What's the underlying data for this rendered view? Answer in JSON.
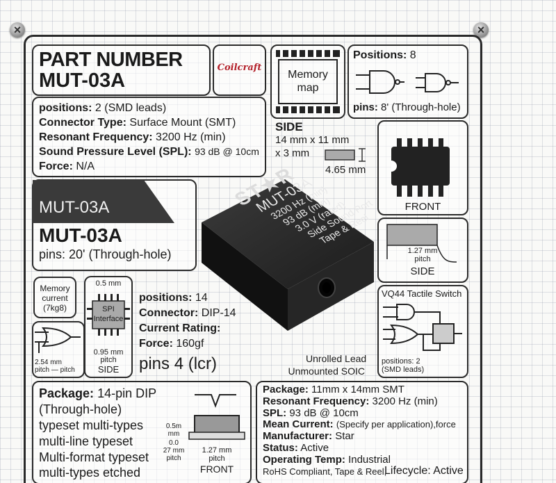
{
  "header": {
    "pn_label": "PART NUMBER",
    "pn_value": "MUT-03A",
    "brand": "Coilcraft"
  },
  "memory_map": {
    "line1": "Memory",
    "line2": "map"
  },
  "positions_box": {
    "positions_label": "Positions:",
    "positions_value": "8",
    "pins_label": "pins:",
    "pins_value": "8' (Through-hole)"
  },
  "specs1": [
    {
      "label": "positions:",
      "value": "2 (SMD leads)"
    },
    {
      "label": "Connector Type:",
      "value": "Surface Mount (SMT)"
    },
    {
      "label": "Resonant Frequency:",
      "value": "3200 Hz (min)"
    },
    {
      "label": "Sound Pressure Level (SPL):",
      "value": "93 dB @ 10cm"
    },
    {
      "label": "Force:",
      "value": "N/A"
    }
  ],
  "side": {
    "label": "SIDE",
    "dim1": "14 mm x 11 mm",
    "dim2": "x 3 mm",
    "height": "4.65 mm"
  },
  "front_label": "FRONT",
  "side_view": {
    "pitch_line1": "1.27 mm",
    "pitch_line2": "pitch",
    "label": "SIDE"
  },
  "mut_box": {
    "banner": "MUT-03A",
    "title": "MUT-03A",
    "pins": "pins: 20' (Through-hole)"
  },
  "product": {
    "brand": "ST★R",
    "model": "MUT-03A",
    "lines": [
      "3200 Hz (min)",
      "93 dB (min)",
      "3.0 V (rated)",
      "Side Sound Port",
      "Tape & Reel"
    ]
  },
  "memory_current": {
    "line1": "Memory",
    "line2": "current",
    "line3": "(7kg8)"
  },
  "spi": {
    "top": "0.5 mm",
    "line1": "SPI",
    "line2": "Interface",
    "pitch1": "0.95 mm",
    "pitch2": "pitch",
    "label": "SIDE"
  },
  "gate_pitch": {
    "line1": "2.54 mm",
    "line2": "pitch — pitch"
  },
  "mid_specs": {
    "positions_label": "positions:",
    "positions_value": "14",
    "connector_label": "Connector:",
    "connector_value": "DIP-14",
    "current_label": "Current Rating:",
    "force_label": "Force:",
    "force_value": "160gf",
    "pins": "pins 4 (lcr)"
  },
  "unrolled": {
    "line1": "Unrolled Lead",
    "line2": "Unmounted SOIC"
  },
  "tactile": {
    "title": "VQ44 Tactile Switch",
    "note1": "positions: 2",
    "note2": "(SMD leads)"
  },
  "package_left": {
    "label": "Package:",
    "value": "14-pin DIP",
    "lines": [
      "(Through-hole)",
      "typeset multi-types",
      "multi-line typeset",
      "Multi-format typeset",
      "multi-types etched"
    ],
    "dim1": "0.5m",
    "dim2": "mm",
    "dim3": "0.0",
    "dim4": "27 mm",
    "dim5": "pitch",
    "pitch1": "1.27 mm",
    "pitch2": "pitch",
    "front": "FRONT"
  },
  "package_right": {
    "rows": [
      {
        "label": "Package:",
        "value": "11mm x 14mm SMT"
      },
      {
        "label": "Resonant Frequency:",
        "value": "3200 Hz (min)"
      },
      {
        "label": "SPL:",
        "value": "93 dB @ 10cm"
      },
      {
        "label": "Mean Current:",
        "value": "(Specify per application),force"
      },
      {
        "label": "Manufacturer:",
        "value": "Star"
      },
      {
        "label": "Status:",
        "value": "Active"
      },
      {
        "label": "Operating Temp:",
        "value": "Industrial"
      }
    ],
    "footer": "RoHS Compliant, Tape & Reel,",
    "lifecycle": "Lifecycle: Active"
  }
}
